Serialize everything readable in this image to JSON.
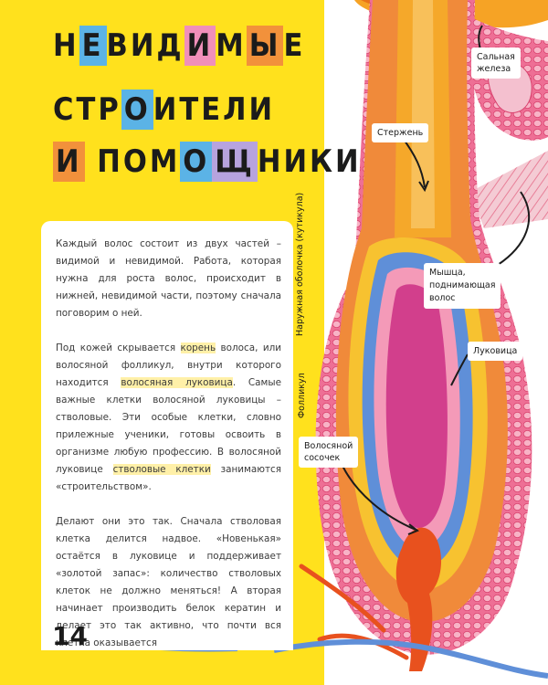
{
  "title": {
    "line1": [
      {
        "text": "Н",
        "hl": ""
      },
      {
        "text": "Е",
        "hl": "blue"
      },
      {
        "text": "ВИД",
        "hl": ""
      },
      {
        "text": "И",
        "hl": "pink"
      },
      {
        "text": "М",
        "hl": ""
      },
      {
        "text": "Ы",
        "hl": "orange"
      },
      {
        "text": "Е",
        "hl": ""
      }
    ],
    "line2": [
      {
        "text": "СТР",
        "hl": ""
      },
      {
        "text": "О",
        "hl": "blue"
      },
      {
        "text": "ИТЕЛИ",
        "hl": ""
      }
    ],
    "line3": [
      {
        "text": "И",
        "hl": "orange"
      },
      {
        "text": " ПОМ",
        "hl": ""
      },
      {
        "text": "О",
        "hl": "blue"
      },
      {
        "text": "Щ",
        "hl": "violet"
      },
      {
        "text": "НИКИ",
        "hl": ""
      }
    ]
  },
  "body": {
    "p1": "Каждый волос состоит из двух частей – видимой и невидимой. Работа, которая нужна для роста волос, происходит в нижней, невидимой части, поэтому сначала поговорим о ней.",
    "p2_a": "Под кожей скрывается ",
    "p2_term1": "корень",
    "p2_b": " волоса, или волосяной фолликул, внутри которого находится ",
    "p2_term2": "волосяная луковица",
    "p2_c": ". Самые важные клетки волосяной луковицы – стволовые. Эти особые клетки, словно прилежные ученики, готовы освоить в организме любую профессию. В волосяной луковице ",
    "p2_term3": "стволовые клетки",
    "p2_d": " занимаются «строительством».",
    "p3": "Делают они это так. Сначала стволовая клетка делится надвое. «Новенькая» остаётся в луковице и поддерживает «золотой запас»: количество стволовых клеток не должно меняться! А вторая начинает производить белок кератин и делает это так активно, что почти вся клетка оказывается"
  },
  "page_number": "14",
  "diagram": {
    "labels": {
      "sebaceous_gland": [
        "Сальная",
        "железа"
      ],
      "shaft": "Стержень",
      "muscle": [
        "Мышца,",
        "поднимающая",
        "волос"
      ],
      "bulb": "Луковица",
      "papilla": [
        "Волосяной",
        "сосочек"
      ],
      "cuticle": "Наружная оболочка (кутикула)",
      "follicle": "Фолликул"
    },
    "colors": {
      "page_bg": "#ffe11d",
      "skin": "#e8477a",
      "cells": "#f6a6bd",
      "shaft": "#f5a82a",
      "sheath_blue": "#5f8fd8",
      "core": "#d23f8c",
      "papilla": "#e8511e"
    }
  }
}
